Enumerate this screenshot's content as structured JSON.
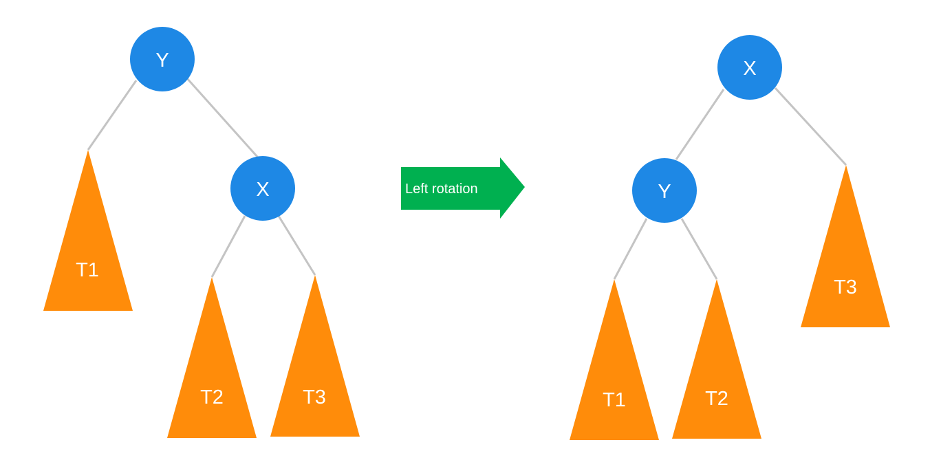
{
  "colors": {
    "node": "#1e88e5",
    "subtree": "#ff8c0a",
    "arrow": "#00b050",
    "edge": "#c4c4c4",
    "text": "#ffffff",
    "background": "#ffffff"
  },
  "arrow": {
    "label": "Left rotation"
  },
  "before_tree": {
    "root": "Y",
    "child": "X",
    "subtrees": [
      "T1",
      "T2",
      "T3"
    ]
  },
  "after_tree": {
    "root": "X",
    "child": "Y",
    "subtrees": [
      "T1",
      "T2",
      "T3"
    ]
  }
}
